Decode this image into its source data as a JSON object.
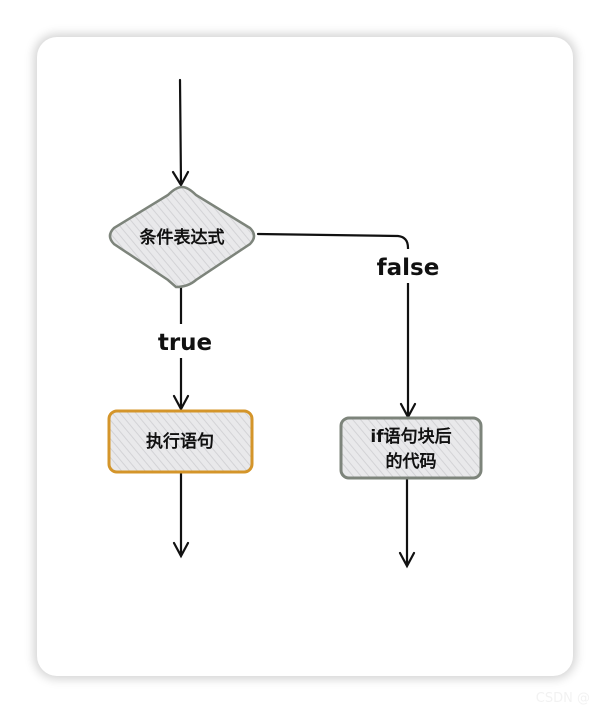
{
  "diagram": {
    "decision": "条件表达式",
    "true_label": "true",
    "false_label": "false",
    "true_box": "执行语句",
    "false_box_line1": "if语句块后",
    "false_box_line2": "的代码"
  },
  "colors": {
    "true_box_border": "#d4952a",
    "node_border": "#7d847b",
    "node_fill": "#e8e8ea",
    "line": "#111111"
  },
  "watermark": "CSDN @"
}
